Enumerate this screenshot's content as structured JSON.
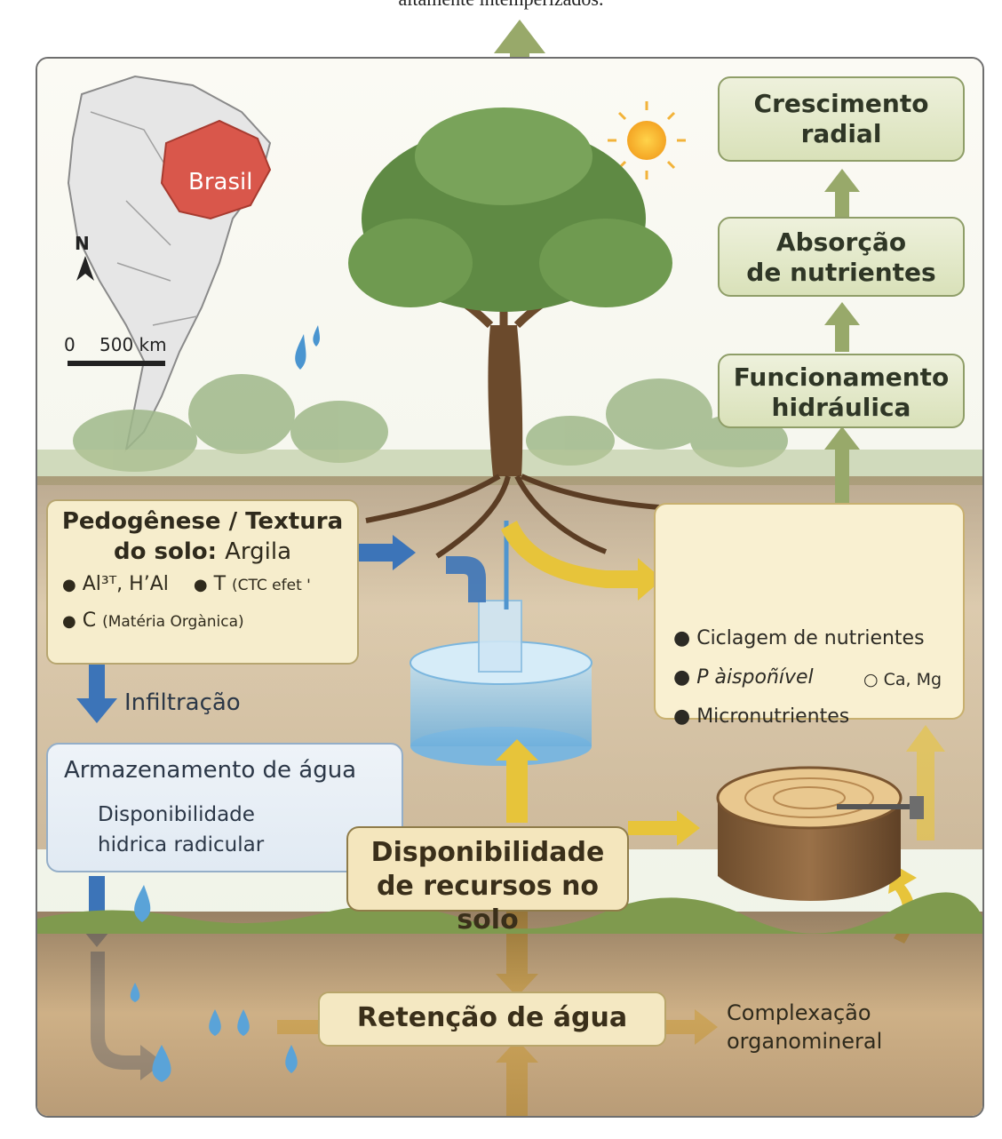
{
  "caption_top": "altamente intemperizados.",
  "map": {
    "country_label": "Brasil",
    "north_label": "N",
    "scale_zero": "0",
    "scale_distance": "500 km"
  },
  "flow_boxes": {
    "radial_growth": [
      "Crescimento",
      "radial"
    ],
    "nutrient_absorption": [
      "Absorção",
      "de nutrientes"
    ],
    "hydraulic_function": [
      "Funcionamento",
      "hidráulica"
    ]
  },
  "pedogenesis": {
    "title_bold_1": "Pedogênese / Textura",
    "title_bold_2": "do solo:",
    "title_normal": "Argila",
    "item_al": "Al³ᵀ, H’Al",
    "item_t": "T",
    "item_t_note": "(CTC efet '",
    "item_c": "C",
    "item_c_note": "(Matéria Orgànica)"
  },
  "infiltration_label": "Infiltração",
  "water_storage": {
    "title": "Armazenamento de água",
    "item_1": "Disponibilidade",
    "item_2": "hidrica radicular"
  },
  "resources_box": [
    "Disponibilidade",
    "de recursos no solo"
  ],
  "nutrients_box": {
    "item_1": "Ciclagem de nutrientes",
    "item_2": "P àispoñível",
    "item_3": "Ca, Mg",
    "item_4": "Micronutrientes"
  },
  "water_retention": "Retenção de água",
  "complexation": [
    "Complexação",
    "organomineral"
  ],
  "colors": {
    "green_arrow": "#98a96a",
    "yellow_arrow": "#e7c43a",
    "blue_arrow": "#3c74b8",
    "brasil_fill": "#d9574b",
    "soil": "#b08a5c"
  }
}
